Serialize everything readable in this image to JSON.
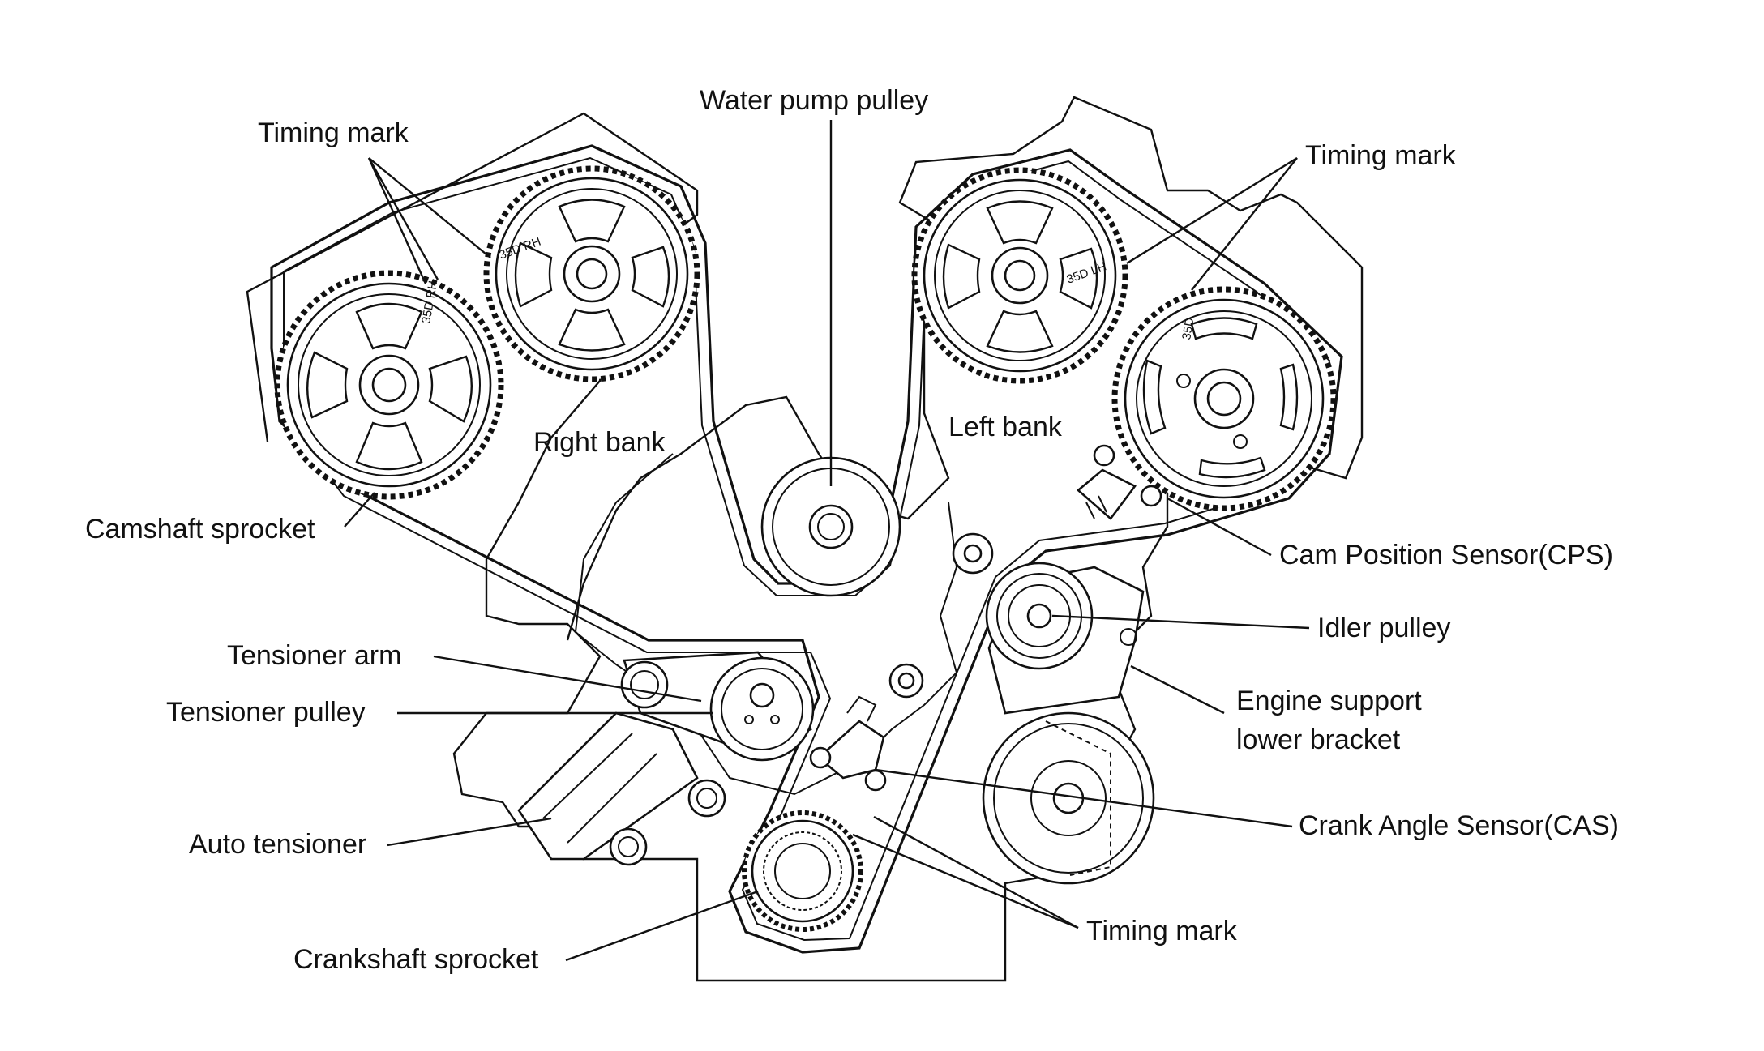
{
  "labels": {
    "water_pump_pulley": "Water pump pulley",
    "timing_mark_top_left": "Timing mark",
    "timing_mark_top_right": "Timing mark",
    "timing_mark_bottom": "Timing mark",
    "right_bank": "Right bank",
    "left_bank": "Left bank",
    "camshaft_sprocket": "Camshaft sprocket",
    "cam_position_sensor": "Cam Position Sensor(CPS)",
    "idler_pulley": "Idler pulley",
    "tensioner_arm": "Tensioner arm",
    "tensioner_pulley": "Tensioner pulley",
    "engine_support_line1": "Engine support",
    "engine_support_line2": "lower bracket",
    "crank_angle_sensor": "Crank Angle Sensor(CAS)",
    "auto_tensioner": "Auto tensioner",
    "crankshaft_sprocket": "Crankshaft sprocket"
  },
  "sprocket_stamps": {
    "rh_outer": "35D RH",
    "rh_inner": "35D RH",
    "lh_inner": "35D LH",
    "lh_outer": "35D"
  },
  "colors": {
    "ink": "#111111",
    "paper": "#ffffff"
  }
}
